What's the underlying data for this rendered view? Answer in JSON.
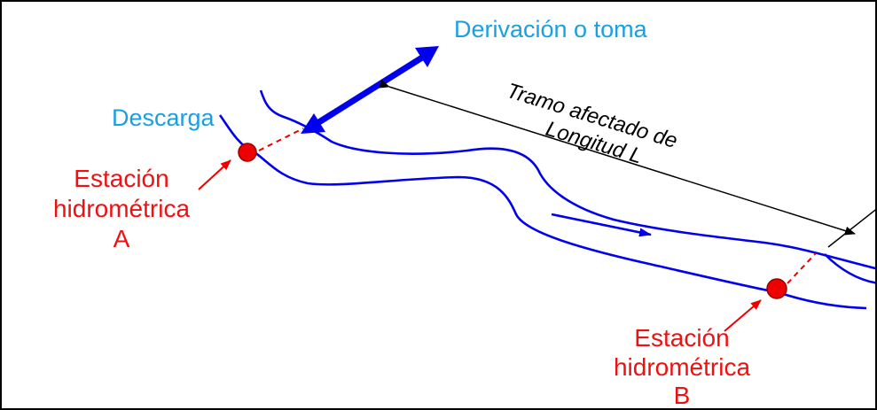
{
  "labels": {
    "derivacion": "Derivación o toma",
    "descarga": "Descarga",
    "tramo_line1": "Tramo afectado de",
    "tramo_line2": "Longitud L",
    "station_a": {
      "line1": "Estación",
      "line2": "hidrométrica",
      "line3": "A"
    },
    "station_b": {
      "line1": "Estación",
      "line2": "hidrométrica",
      "line3": "B"
    }
  },
  "colors": {
    "river": "#0000ee",
    "label_blue": "#1aa0e0",
    "station": "#ee0000",
    "station_label": "#ee1111",
    "dimension": "#000000"
  }
}
